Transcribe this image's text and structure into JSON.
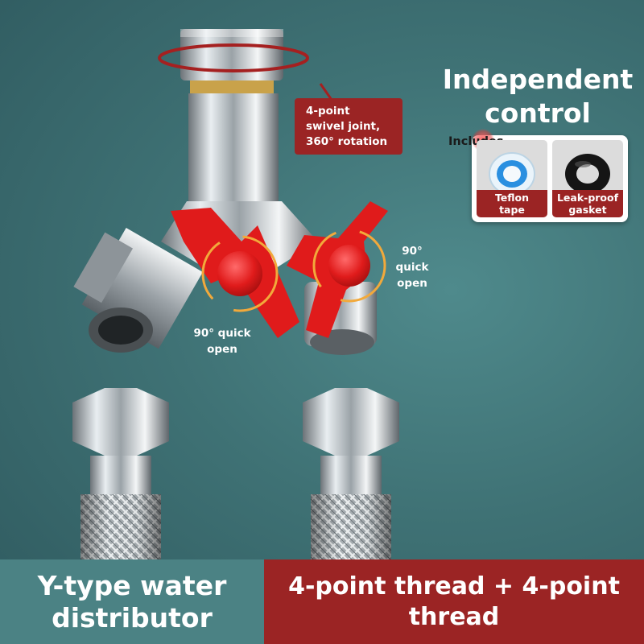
{
  "headline": {
    "line1": "Independent",
    "line2": "control"
  },
  "swivel_callout": {
    "line1": "4-point",
    "line2": "swivel joint,",
    "line3": "360° rotation"
  },
  "valve_notes": {
    "left": {
      "line1": "90° quick",
      "line2": "open"
    },
    "right": {
      "line1": "90°",
      "line2": "quick",
      "line3": "open"
    }
  },
  "accessories": {
    "heading": "Includes",
    "items": [
      {
        "line1": "Teflon",
        "line2": "tape",
        "icon": "teflon-tape-icon"
      },
      {
        "line1": "Leak-proof",
        "line2": "gasket",
        "icon": "rubber-gasket-icon"
      }
    ]
  },
  "bottom_bar": {
    "left": {
      "line1": "Y-type water",
      "line2": "distributor"
    },
    "right": {
      "line1": "4-point thread + 4-point",
      "line2": "thread"
    }
  },
  "colors": {
    "accent_red": "#9b2424",
    "valve_red": "#e01b1b",
    "teal_band": "#4b8284",
    "background": "#3f7275"
  }
}
